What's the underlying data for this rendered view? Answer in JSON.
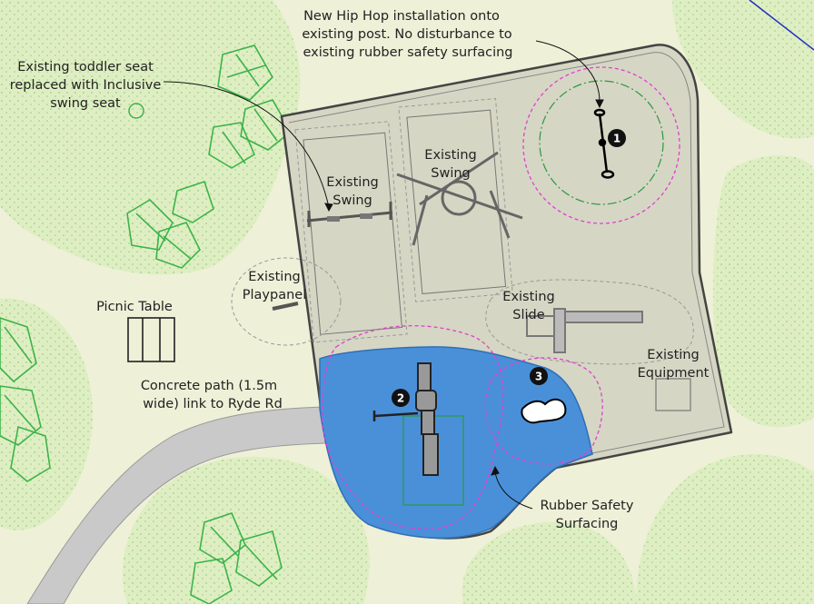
{
  "annotations": {
    "hiphop": [
      "New Hip Hop installation onto",
      "existing post. No disturbance to",
      "existing rubber safety surfacing"
    ],
    "toddler": [
      "Existing toddler seat",
      "replaced with Inclusive",
      "swing seat"
    ],
    "swing_left": [
      "Existing",
      "Swing"
    ],
    "swing_center": [
      "Existing",
      "Swing"
    ],
    "playpanel": [
      "Existing",
      "Playpanel"
    ],
    "slide": [
      "Existing",
      "Slide"
    ],
    "equipment": [
      "Existing",
      "Equipment"
    ],
    "picnic": "Picnic Table",
    "path": [
      "Concrete path (1.5m",
      "wide) link to Ryde Rd"
    ],
    "rubber": [
      "Rubber Safety",
      "Surfacing"
    ]
  },
  "markers": {
    "m1": "1",
    "m2": "2",
    "m3": "3"
  },
  "colors": {
    "background": "#eef0d8",
    "playground_area": "#d4d5c2",
    "rubber_surface": "#4a90d9",
    "tree_green": "#3cb34a",
    "magenta_zone": "#e040d0",
    "path_grey": "#c8c8c8"
  }
}
